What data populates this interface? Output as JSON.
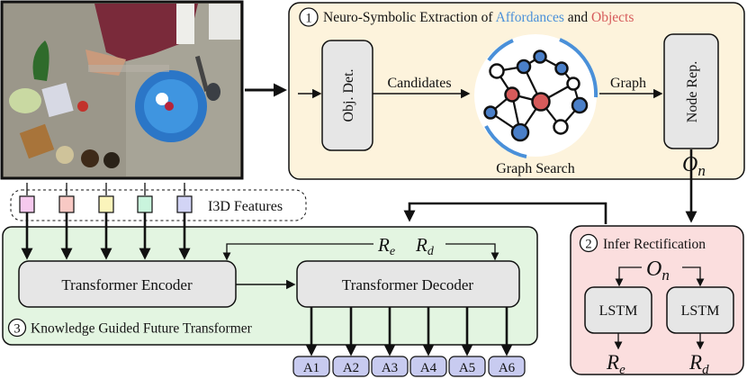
{
  "colors": {
    "extraction_panel": "#fdf3dc",
    "guided_panel": "#e3f5e1",
    "infer_panel": "#fbdede",
    "node_box": "#e6e6e6",
    "action_box": "#c8cbf0",
    "affordance_text": "#4a90d9",
    "object_text": "#d65b5b",
    "graph_arc": "#4a90d9",
    "feature_colors": [
      "#f6c9ee",
      "#f8c9c4",
      "#fbf4bb",
      "#c9f4dd",
      "#d2d4f5"
    ]
  },
  "extraction": {
    "step_number": "1",
    "title_prefix": "Neuro-Symbolic Extraction of ",
    "title_affordances": "Affordances",
    "title_and": " and ",
    "title_objects": "Objects",
    "obj_det": "Obj. Det.",
    "candidates": "Candidates",
    "graph": "Graph",
    "graph_search": "Graph Search",
    "node_rep": "Node Rep.",
    "o_symbol": "O",
    "o_subscript": "n"
  },
  "features": {
    "label": "I3D Features",
    "count": 5
  },
  "guided": {
    "step_number": "3",
    "title": "Knowledge Guided Future Transformer",
    "encoder": "Transformer Encoder",
    "decoder": "Transformer Decoder",
    "re_symbol": "R",
    "re_subscript": "e",
    "rd_symbol": "R",
    "rd_subscript": "d",
    "actions": [
      "A1",
      "A2",
      "A3",
      "A4",
      "A5",
      "A6"
    ]
  },
  "infer": {
    "step_number": "2",
    "title": "Infer Rectification",
    "o_symbol": "O",
    "o_subscript": "n",
    "lstm_left": "LSTM",
    "lstm_right": "LSTM",
    "re_symbol": "R",
    "re_subscript": "e",
    "rd_symbol": "R",
    "rd_subscript": "d"
  }
}
